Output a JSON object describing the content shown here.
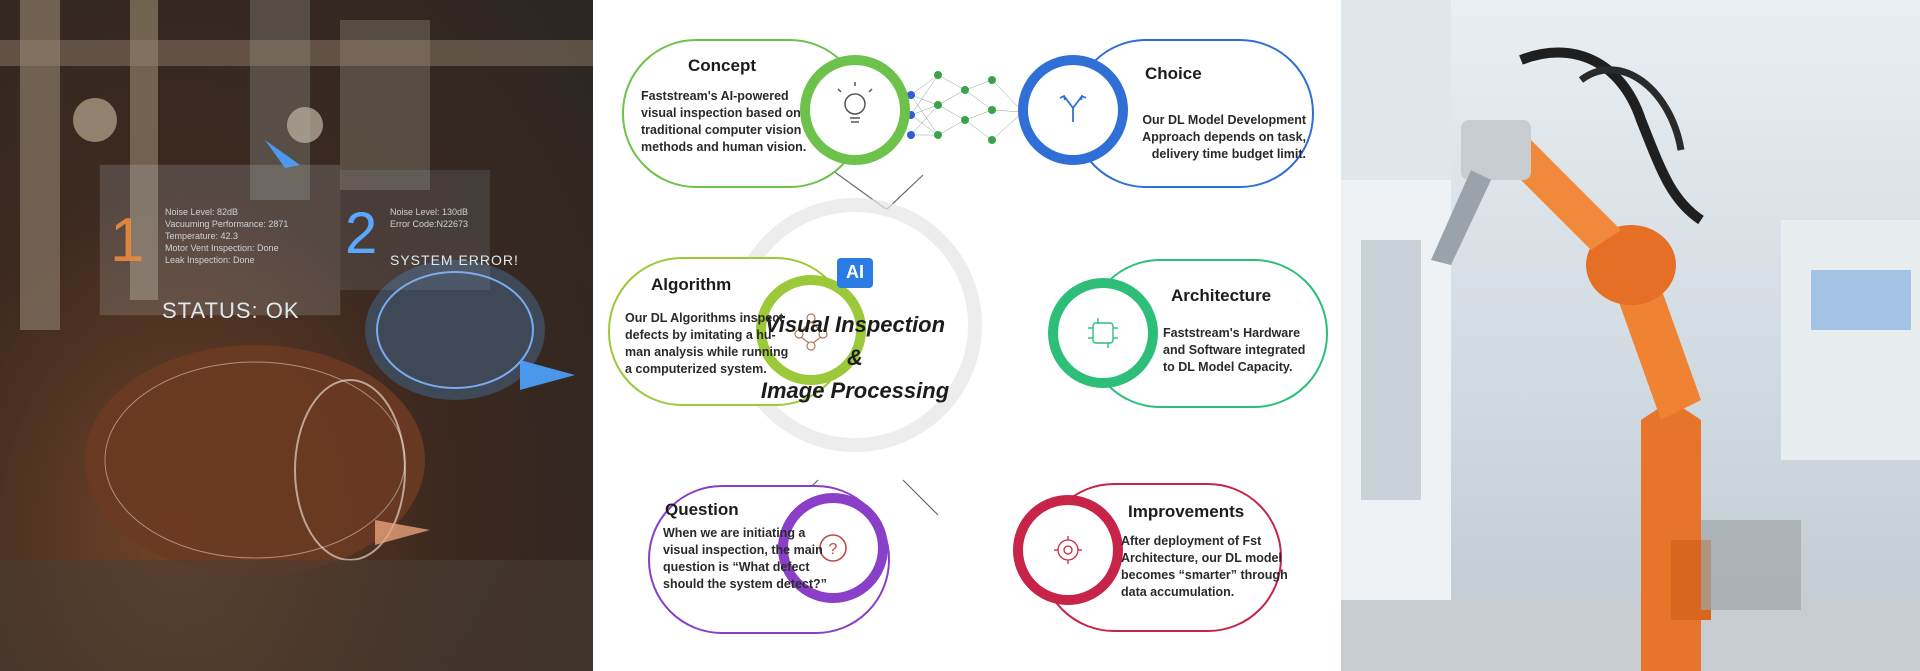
{
  "left": {
    "big_num_1": "1",
    "big_num_2": "2",
    "status": "STATUS: OK",
    "error": "SYSTEM ERROR!",
    "readout_1": [
      "Noise Level: 82dB",
      "Vacuuming Performance: 2871",
      "Temperature: 42.3",
      "Motor Vent Inspection: Done",
      "Leak Inspection: Done"
    ],
    "readout_2": [
      "Noise Level: 130dB",
      "Error Code:N22673"
    ]
  },
  "center": {
    "ai_badge": "AI",
    "main_title_1": "Visual Inspection",
    "main_title_2": "&",
    "main_title_3": "Image Processing",
    "cards": [
      {
        "title": "Concept",
        "body": [
          "Faststream's AI-powered",
          "visual inspection based on",
          "traditional computer vision",
          "methods and human vision."
        ],
        "color": "#6cc24a",
        "icon": "lightbulb-icon"
      },
      {
        "title": "Choice",
        "body": [
          "Our DL Model Development",
          "Approach depends on task,",
          "delivery time budget limit."
        ],
        "color": "#2f6fd6",
        "icon": "fork-icon"
      },
      {
        "title": "Algorithm",
        "body": [
          "Our DL Algorithms inspect",
          "defects by imitating a hu-",
          "man analysis while running",
          "a computerized system."
        ],
        "color": "#9cc93a",
        "icon": "network-icon"
      },
      {
        "title": "Architecture",
        "body": [
          "Faststream's Hardware",
          "and Software integrated",
          "to DL Model Capacity."
        ],
        "color": "#2dbf7a",
        "icon": "chip-icon"
      },
      {
        "title": "Question",
        "body": [
          "When we are initiating a",
          "visual inspection, the main",
          "question is “What defect",
          "should the system detect?”"
        ],
        "color": "#8a3fc9",
        "icon": "question-icon"
      },
      {
        "title": "Improvements",
        "body": [
          "After deployment of Fst",
          "Architecture, our DL model",
          "becomes “smarter” through",
          "data accumulation."
        ],
        "color": "#c8244a",
        "icon": "gear-network-icon"
      }
    ]
  },
  "colors": {
    "accent_blue": "#2f6fd6",
    "accent_green": "#6cc24a",
    "robot_orange": "#e8742a"
  }
}
